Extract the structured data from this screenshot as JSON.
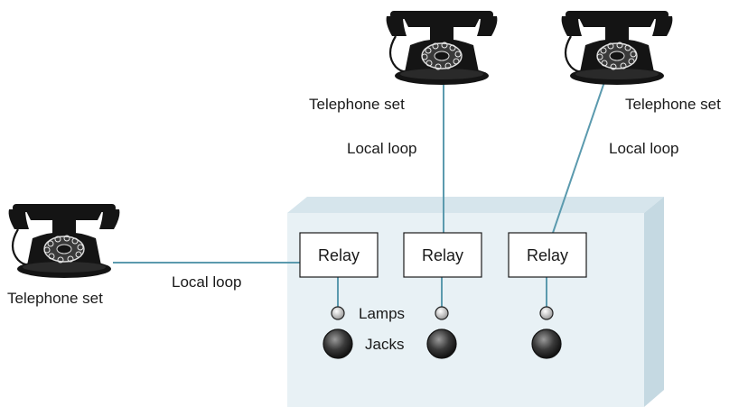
{
  "phones": [
    {
      "label": "Telephone set"
    },
    {
      "label": "Telephone set"
    },
    {
      "label": "Telephone set"
    }
  ],
  "loops": [
    {
      "label": "Local loop"
    },
    {
      "label": "Local loop"
    },
    {
      "label": "Local loop"
    }
  ],
  "relays": [
    {
      "label": "Relay"
    },
    {
      "label": "Relay"
    },
    {
      "label": "Relay"
    }
  ],
  "switchboard": {
    "lamps_label": "Lamps",
    "jacks_label": "Jacks"
  },
  "colors": {
    "panel_face": "#e8f1f5",
    "panel_side": "#c5d9e2",
    "wire": "#5b9aae",
    "phone": "#141414"
  }
}
